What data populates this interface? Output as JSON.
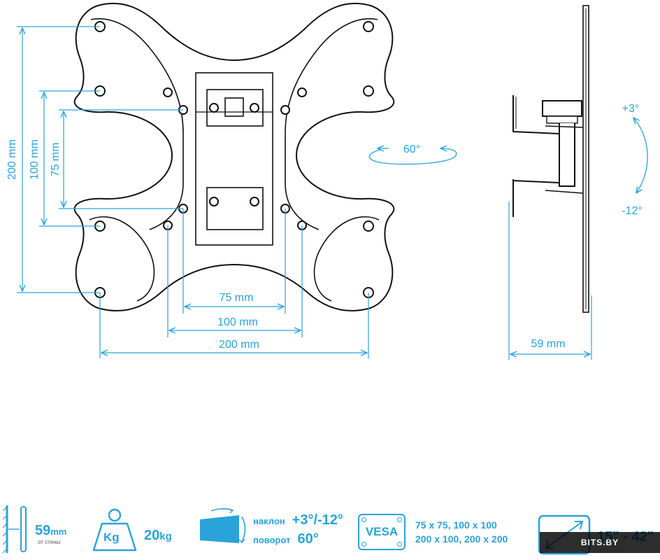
{
  "colors": {
    "accent": "#29a3da",
    "line": "#111111",
    "background": "#ffffff"
  },
  "front_view": {
    "height_dims": [
      "200 mm",
      "100 mm",
      "75 mm"
    ],
    "width_dims": [
      "75 mm",
      "100 mm",
      "200 mm"
    ],
    "swivel": "60°"
  },
  "side_view": {
    "tilt_up": "+3°",
    "tilt_down": "-12°",
    "depth": "59 mm"
  },
  "specs": {
    "depth": {
      "value": "59",
      "unit": "mm",
      "note": "от стены",
      "icon": "wall-distance-icon"
    },
    "weight": {
      "badge": "Kg",
      "value": "20",
      "unit": "kg",
      "icon": "weight-icon"
    },
    "motion": {
      "tilt_label": "наклон",
      "tilt_value": "+3°/-12°",
      "swivel_label": "поворот",
      "swivel_value": "60°",
      "icon": "tilt-swivel-icon"
    },
    "vesa": {
      "badge": "VESA",
      "line1": "75 x 75, 100 x 100",
      "line2": "200 x 100, 200 x 200",
      "icon": "vesa-icon"
    },
    "diagonal": {
      "text": "15\" - 42\"",
      "icon": "screen-diagonal-icon"
    }
  },
  "watermark": "BITS.BY"
}
